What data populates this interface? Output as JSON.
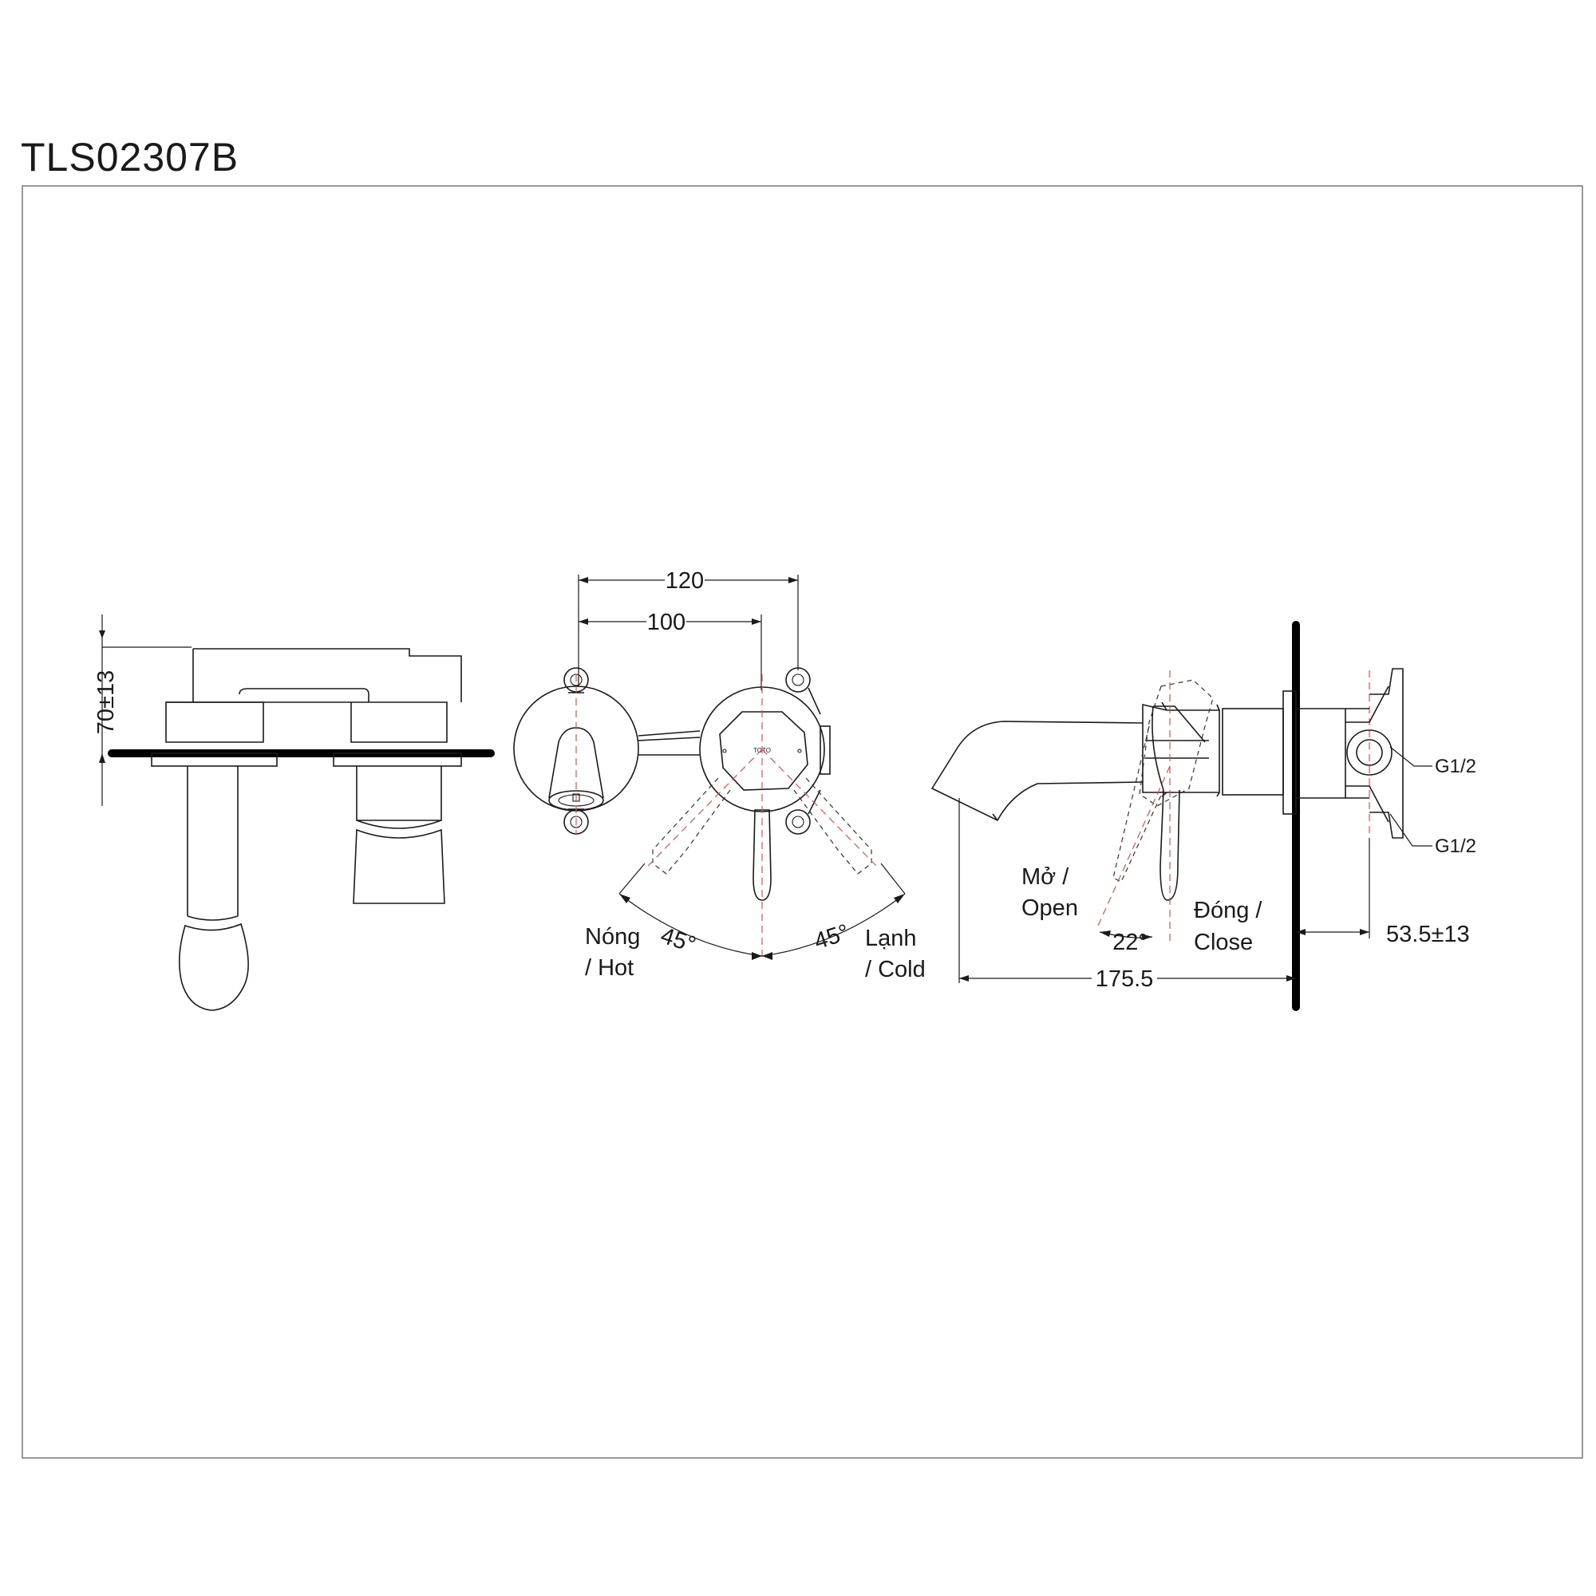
{
  "title": "TLS02307B",
  "dimensions": {
    "height": "70±13",
    "width_120": "120",
    "width_100": "100",
    "projection": "175.5",
    "depth": "53.5±13"
  },
  "angles": {
    "hot": "45°",
    "cold": "45°",
    "open": "22°"
  },
  "labels": {
    "hot_line1": "Nóng",
    "hot_line2": "/ Hot",
    "cold_line1": "Lạnh",
    "cold_line2": "/ Cold",
    "open_line1": "Mở /",
    "open_line2": "Open",
    "close_line1": "Đóng /",
    "close_line2": "Close",
    "thread_top": "G1/2",
    "thread_bottom": "G1/2",
    "brand": "TOTO"
  }
}
